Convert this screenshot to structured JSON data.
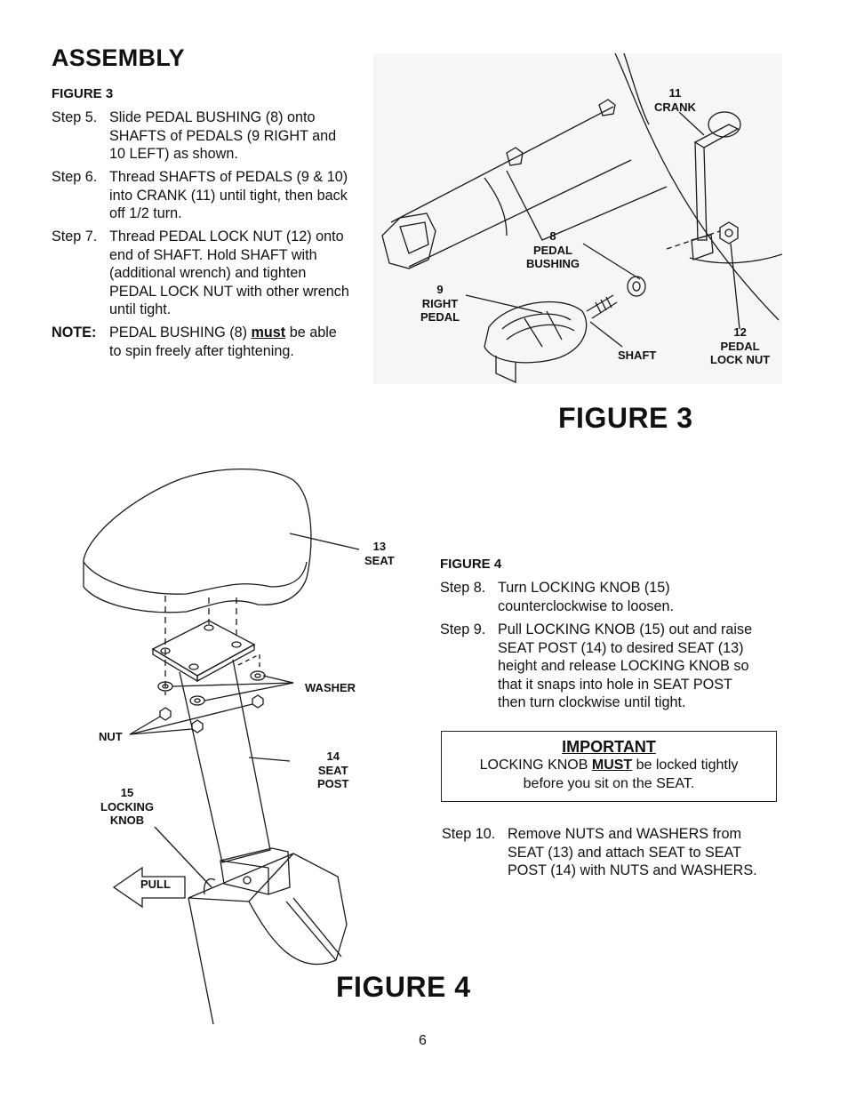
{
  "header": {
    "title": "ASSEMBLY"
  },
  "figure3": {
    "subhead": "FIGURE 3",
    "steps": [
      {
        "num": "Step 5.",
        "lines": [
          "Slide PEDAL BUSHING (8) onto",
          "SHAFTS of PEDALS (9 RIGHT and",
          "10 LEFT) as shown."
        ]
      },
      {
        "num": "Step 6.",
        "lines": [
          "Thread SHAFTS of PEDALS (9 & 10)",
          "into CRANK (11) until tight, then back",
          "off 1/2 turn."
        ]
      },
      {
        "num": "Step 7.",
        "lines": [
          "Thread PEDAL LOCK NUT (12) onto",
          "end of SHAFT. Hold SHAFT with",
          "(additional wrench) and tighten",
          "PEDAL LOCK NUT with other wrench",
          "until tight."
        ]
      }
    ],
    "note": {
      "label": "NOTE:",
      "pre": "PEDAL BUSHING (8) ",
      "must": "must",
      "post": " be able",
      "line2": "to spin freely after tightening."
    },
    "labels": {
      "crank": [
        "11",
        "CRANK"
      ],
      "bushing": [
        "8",
        "PEDAL",
        "BUSHING"
      ],
      "pedal": [
        "9",
        "RIGHT",
        "PEDAL"
      ],
      "shaft": [
        "SHAFT"
      ],
      "locknut": [
        "12",
        "PEDAL",
        "LOCK NUT"
      ]
    },
    "caption": "FIGURE 3"
  },
  "figure4": {
    "subhead": "FIGURE 4",
    "steps": [
      {
        "num": "Step 8.",
        "lines": [
          "Turn LOCKING KNOB (15)",
          "counterclockwise to loosen."
        ]
      },
      {
        "num": "Step 9.",
        "lines": [
          "Pull LOCKING KNOB (15) out and raise",
          "SEAT POST (14) to desired SEAT (13)",
          "height and release LOCKING KNOB so",
          "that it snaps into hole in SEAT POST",
          "then turn clockwise until tight."
        ]
      }
    ],
    "important": {
      "heading": "IMPORTANT",
      "pre": "LOCKING KNOB ",
      "must": "MUST",
      "post": " be locked tightly",
      "line2": "before you sit on the SEAT."
    },
    "step10": {
      "num": "Step 10.",
      "lines": [
        "Remove NUTS and WASHERS from",
        "SEAT (13) and attach SEAT to SEAT",
        "POST (14) with NUTS and WASHERS."
      ]
    },
    "labels": {
      "seat": [
        "13",
        "SEAT"
      ],
      "washer": [
        "WASHER"
      ],
      "nut": [
        "NUT"
      ],
      "seatpost": [
        "14",
        "SEAT",
        "POST"
      ],
      "knob": [
        "15",
        "LOCKING",
        "KNOB"
      ],
      "pull": [
        "PULL"
      ]
    },
    "caption": "FIGURE 4"
  },
  "footer": {
    "page_number": "6"
  }
}
